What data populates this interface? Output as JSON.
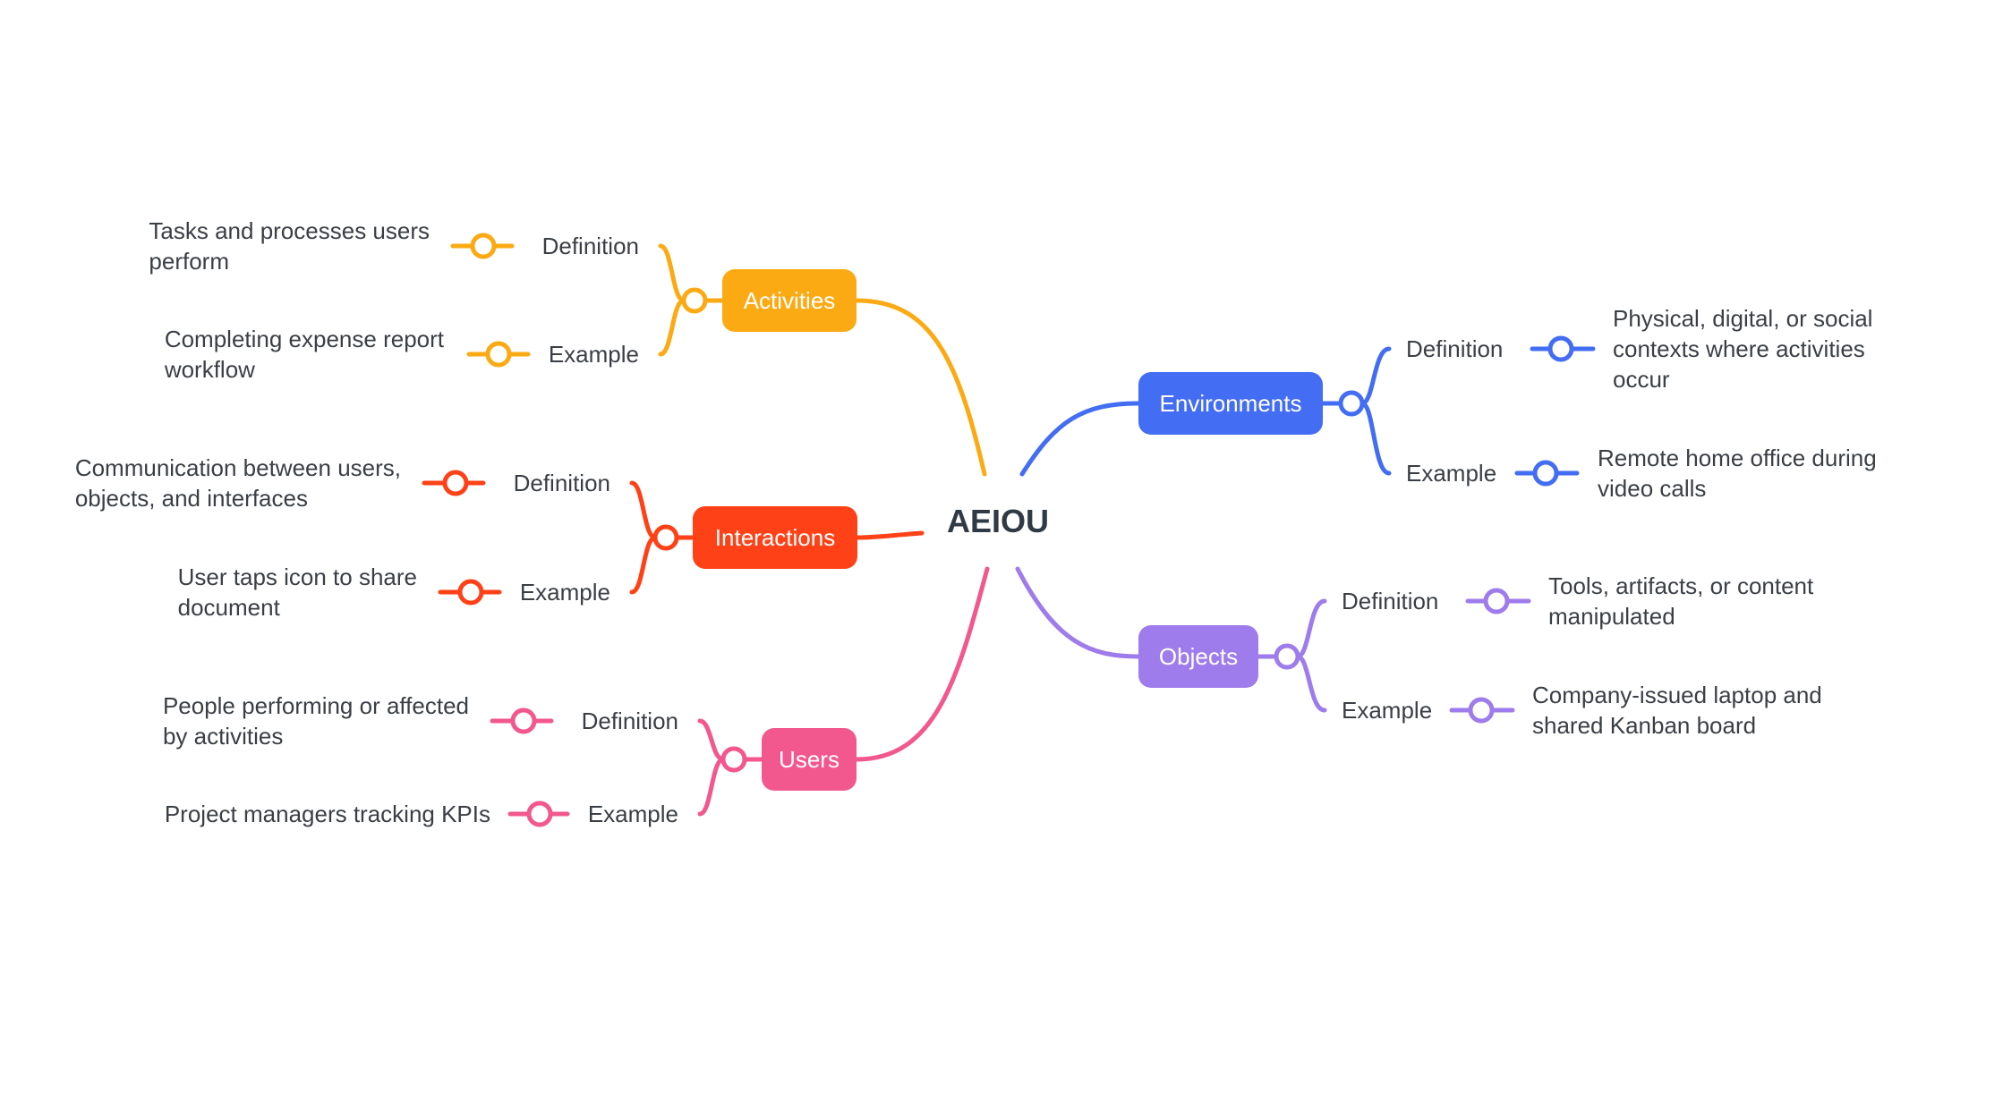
{
  "root": {
    "label": "AEIOU"
  },
  "topics": {
    "activities": {
      "label": "Activities",
      "color": "#FBAA13",
      "definition": {
        "label": "Definition",
        "text": "Tasks and processes users\nperform"
      },
      "example": {
        "label": "Example",
        "text": "Completing expense report\nworkflow"
      }
    },
    "interactions": {
      "label": "Interactions",
      "color": "#FF4117",
      "definition": {
        "label": "Definition",
        "text": "Communication between users,\nobjects, and interfaces"
      },
      "example": {
        "label": "Example",
        "text": "User taps icon to share\ndocument"
      }
    },
    "users": {
      "label": "Users",
      "color": "#F2578D",
      "definition": {
        "label": "Definition",
        "text": "People performing or affected\nby activities"
      },
      "example": {
        "label": "Example",
        "text": "Project managers tracking KPIs"
      }
    },
    "environments": {
      "label": "Environments",
      "color": "#436DF2",
      "definition": {
        "label": "Definition",
        "text": "Physical, digital, or social\ncontexts where activities\noccur"
      },
      "example": {
        "label": "Example",
        "text": "Remote home office during\nvideo calls"
      }
    },
    "objects": {
      "label": "Objects",
      "color": "#9E7CEB",
      "definition": {
        "label": "Definition",
        "text": "Tools, artifacts, or content\nmanipulated"
      },
      "example": {
        "label": "Example",
        "text": "Company-issued laptop and\nshared Kanban board"
      }
    }
  }
}
